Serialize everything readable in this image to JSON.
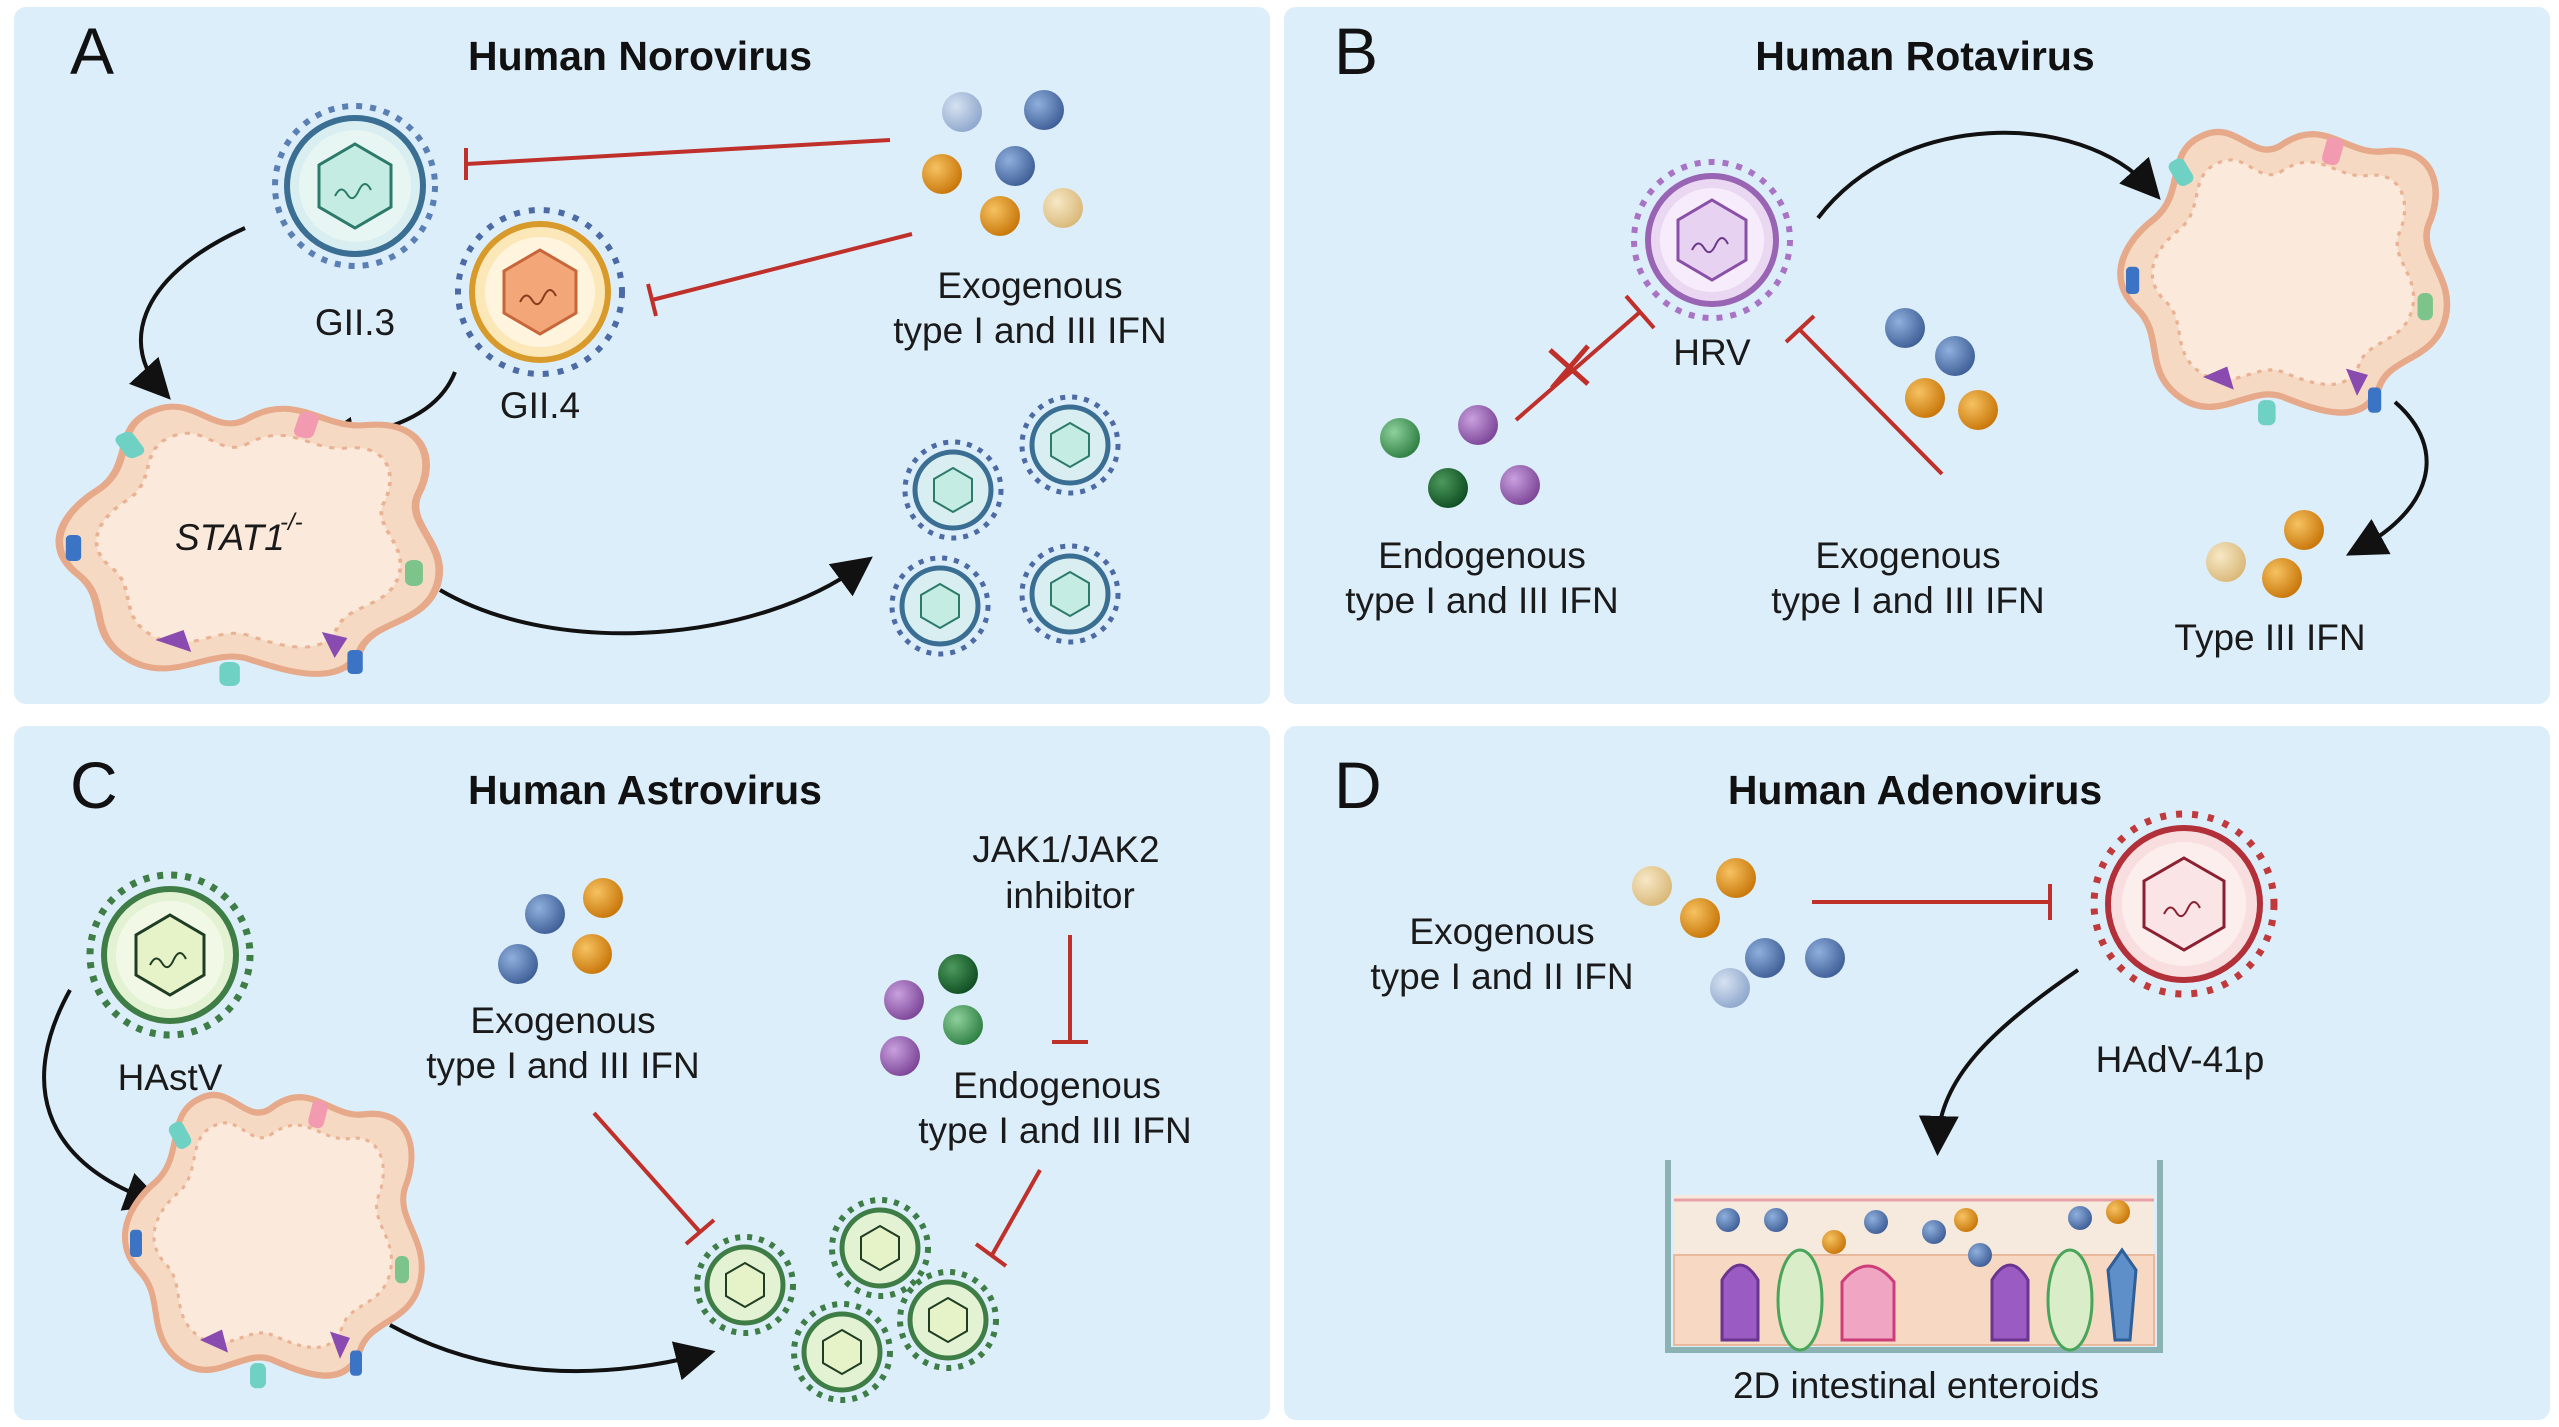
{
  "panels": {
    "a": {
      "letter": "A",
      "title": "Human Norovirus",
      "strain_1": "GII.3",
      "strain_2": "GII.4",
      "organoid_label": "STAT1",
      "organoid_sup": "-/-",
      "ifn_label_1": "Exogenous",
      "ifn_label_2": "type I and III IFN"
    },
    "b": {
      "letter": "B",
      "title": "Human Rotavirus",
      "virus": "HRV",
      "endo_1": "Endogenous",
      "endo_2": "type I and III IFN",
      "exo_1": "Exogenous",
      "exo_2": "type I and III IFN",
      "product": "Type III IFN"
    },
    "c": {
      "letter": "C",
      "title": "Human Astrovirus",
      "virus": "HAstV",
      "exo_1": "Exogenous",
      "exo_2": "type I and III IFN",
      "inhib_1": "JAK1/JAK2",
      "inhib_2": "inhibitor",
      "endo_1": "Endogenous",
      "endo_2": "type I and III IFN"
    },
    "d": {
      "letter": "D",
      "title": "Human Adenovirus",
      "exo_1": "Exogenous",
      "exo_2": "type I and II IFN",
      "virus": "HAdV-41p",
      "culture": "2D intestinal enteroids"
    }
  },
  "colors": {
    "panel_bg": "#ddeefb",
    "inhibit": "#c0302a",
    "arrow": "#111111",
    "ifn_blue": "#4f6fa6",
    "ifn_lightblue": "#a9bfdc",
    "ifn_orange": "#e2900f",
    "ifn_beige": "#ecd4a0",
    "ifn_purple": "#9a64b4",
    "ifn_green": "#3c9e55",
    "ifn_darkgreen": "#1f6a33",
    "norovirus_gii3": "#5a8fb0",
    "norovirus_gii4": "#e0a733",
    "rotavirus": "#b07ac8",
    "astrovirus": "#3f7d47",
    "adenovirus": "#c0393b"
  }
}
